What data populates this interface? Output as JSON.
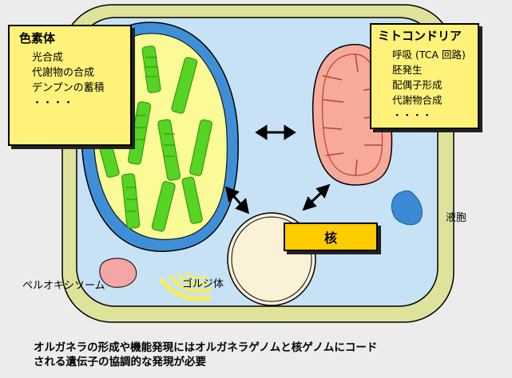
{
  "plastid_box": {
    "title": "色素体",
    "items": [
      "光合成",
      "代謝物の合成",
      "デンプンの蓄積",
      "・・・・"
    ]
  },
  "mitochondria_box": {
    "title": "ミトコンドリア",
    "items": [
      "呼吸 (TCA 回路)",
      "胚発生",
      "配偶子形成",
      "代謝物合成",
      "・・・・"
    ]
  },
  "nucleus_label": "核",
  "vacuole_label": "液胞",
  "peroxisome_label": "ペルオキシソーム",
  "golgi_label": "ゴルジ体",
  "caption": {
    "line1": "オルガネラの形成や機能発現にはオルガネラゲノムと核ゲノムにコード",
    "line2": "される遺伝子の協調的な発現が必要"
  },
  "colors": {
    "cell_wall": "#dfe29a",
    "cytoplasm": "#c8e2f5",
    "chloroplast_envelope": "#3f8fd8",
    "chloroplast_stroma": "#fafa96",
    "thylakoid": "#55d423",
    "mitochondrion": "#f7a99a",
    "nucleus": "#fbf0d8",
    "vacuole": "#3c8ad6",
    "peroxisome": "#f3a6a4",
    "golgi": "#f5ee63",
    "box_fill": "#fff27a",
    "nucleus_box_fill": "#ffcc00"
  }
}
